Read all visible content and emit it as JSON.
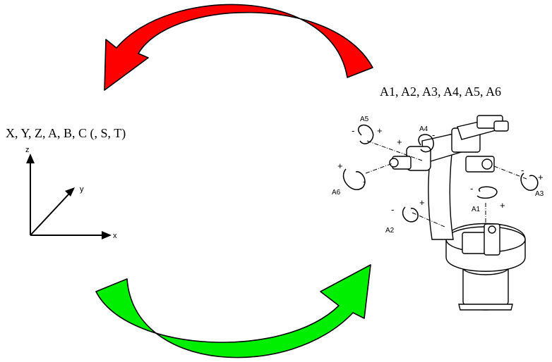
{
  "world": {
    "heading": "X, Y, Z, A, B, C (, S, T)",
    "axes": {
      "z": "z",
      "y": "y",
      "x": "x"
    }
  },
  "robot": {
    "heading": "A1, A2, A3, A4, A5, A6",
    "axes": {
      "a1": "A1",
      "a2": "A2",
      "a3": "A3",
      "a4": "A4",
      "a5": "A5",
      "a6": "A6"
    },
    "signs": {
      "plus": "+",
      "minus": "-"
    }
  },
  "colors": {
    "top_arrow": "#ff0000",
    "bottom_arrow": "#00ee00",
    "outline": "#000000"
  }
}
